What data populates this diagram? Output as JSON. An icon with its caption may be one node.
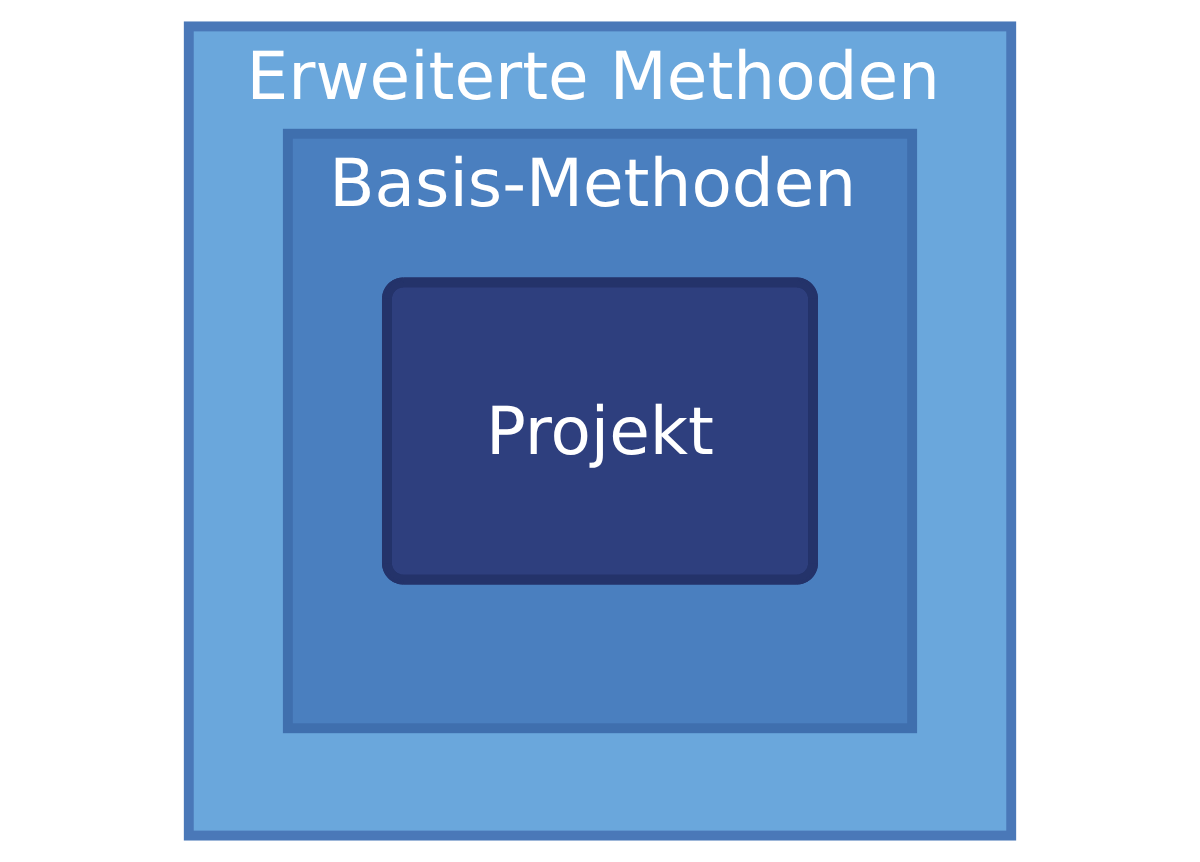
{
  "diagram": {
    "nodes": [
      {
        "text": [
          "Erweiterte Methoden"
        ]
      },
      {
        "text": [
          "Basis-Methoden"
        ],
        "in": 0
      },
      {
        "text": [
          "Projekt"
        ],
        "in": 1
      }
    ]
  }
}
